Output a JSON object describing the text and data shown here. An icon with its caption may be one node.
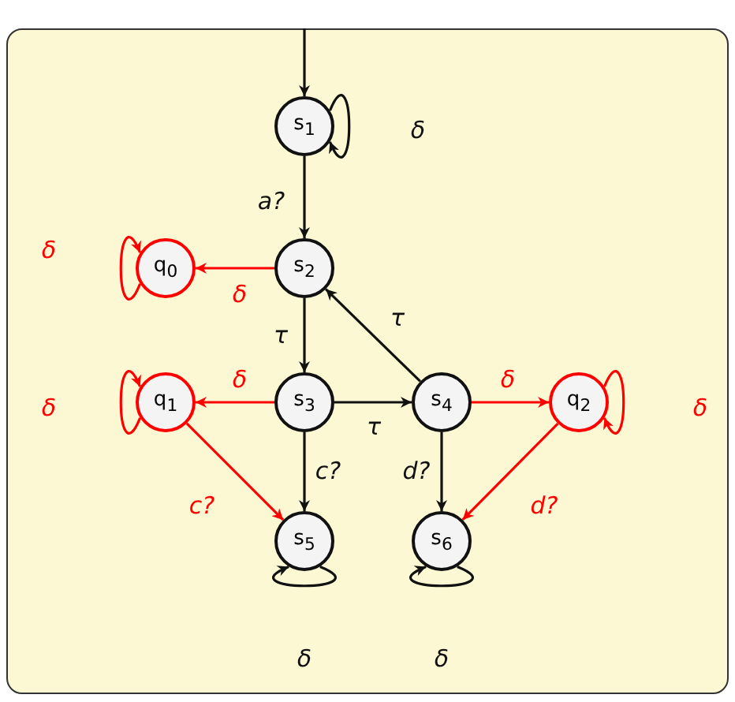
{
  "diagram": {
    "nodes": [
      {
        "text": [
          "s$_{1}$"
        ]
      },
      {
        "text": [
          "s$_{2}$"
        ]
      },
      {
        "text": [
          "q$_{0}$"
        ]
      },
      {
        "text": [
          "s$_{3}$"
        ]
      },
      {
        "text": [
          "s$_{4}$"
        ]
      },
      {
        "text": [
          "q$_{1}$"
        ]
      },
      {
        "text": [
          "q$_{2}$"
        ]
      },
      {
        "text": [
          "s$_{5}$"
        ]
      },
      {
        "text": [
          "s$_{6}$"
        ]
      }
    ],
    "edges": [
      {
        "from": null,
        "to": 0,
        "arrow": "to"
      },
      {
        "from": 0,
        "to": 0,
        "arrow": "to",
        "label": "δ"
      },
      {
        "from": 0,
        "to": 1,
        "arrow": "to",
        "label": "a?"
      },
      {
        "from": 1,
        "to": 2,
        "arrow": "to",
        "label": "δ",
        "color": "#ff0000"
      },
      {
        "from": 2,
        "to": 2,
        "arrow": "to",
        "label": "δ",
        "color": "#ff0000"
      },
      {
        "from": 1,
        "to": 3,
        "arrow": "to",
        "label": "τ"
      },
      {
        "from": 4,
        "to": 1,
        "arrow": "to",
        "label": "τ"
      },
      {
        "from": 3,
        "to": 4,
        "arrow": "to",
        "label": "τ"
      },
      {
        "from": 3,
        "to": 5,
        "arrow": "to",
        "label": "δ",
        "color": "#ff0000"
      },
      {
        "from": 5,
        "to": 5,
        "arrow": "to",
        "label": "δ",
        "color": "#ff0000"
      },
      {
        "from": 3,
        "to": 7,
        "arrow": "to",
        "label": "c?"
      },
      {
        "from": 4,
        "to": 8,
        "arrow": "to",
        "label": "d?"
      },
      {
        "from": 4,
        "to": 6,
        "arrow": "to",
        "label": "δ",
        "color": "#ff0000"
      },
      {
        "from": 6,
        "to": 6,
        "arrow": "to",
        "label": "δ",
        "color": "#ff0000"
      },
      {
        "from": 5,
        "to": 7,
        "arrow": "to",
        "label": "c?",
        "color": "#ff0000"
      },
      {
        "from": 6,
        "to": 8,
        "arrow": "to",
        "label": "d?",
        "color": "#ff0000"
      },
      {
        "from": 7,
        "to": 7,
        "arrow": "to",
        "label": "δ"
      },
      {
        "from": 8,
        "to": 8,
        "arrow": "to",
        "label": "δ"
      }
    ]
  }
}
